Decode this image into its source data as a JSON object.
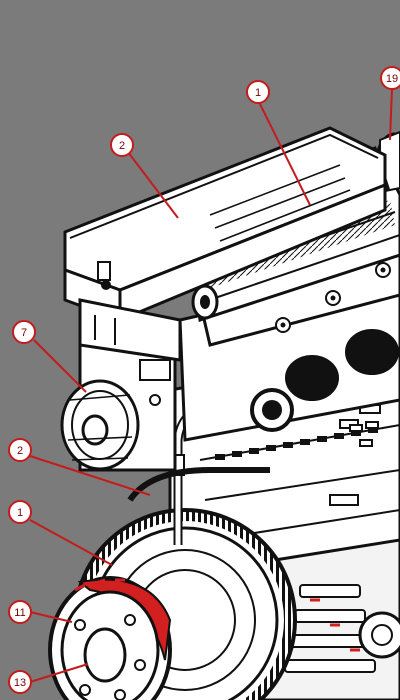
{
  "colors": {
    "background": "#7b7b7b",
    "ink": "#111111",
    "paper": "#ffffff",
    "panel": "#efefef",
    "callout": "#c41c1c",
    "accent_red": "#d21f1f"
  },
  "callouts": [
    {
      "id": "c-top-center",
      "label": "1"
    },
    {
      "id": "c-top-right",
      "label": "19"
    },
    {
      "id": "c-top-left",
      "label": "2"
    },
    {
      "id": "c-left-upper",
      "label": "7"
    },
    {
      "id": "c-left-mid",
      "label": "2"
    },
    {
      "id": "c-left-lower",
      "label": "1"
    },
    {
      "id": "c-bottom-left",
      "label": "11"
    },
    {
      "id": "c-bottom-most",
      "label": "13"
    }
  ]
}
